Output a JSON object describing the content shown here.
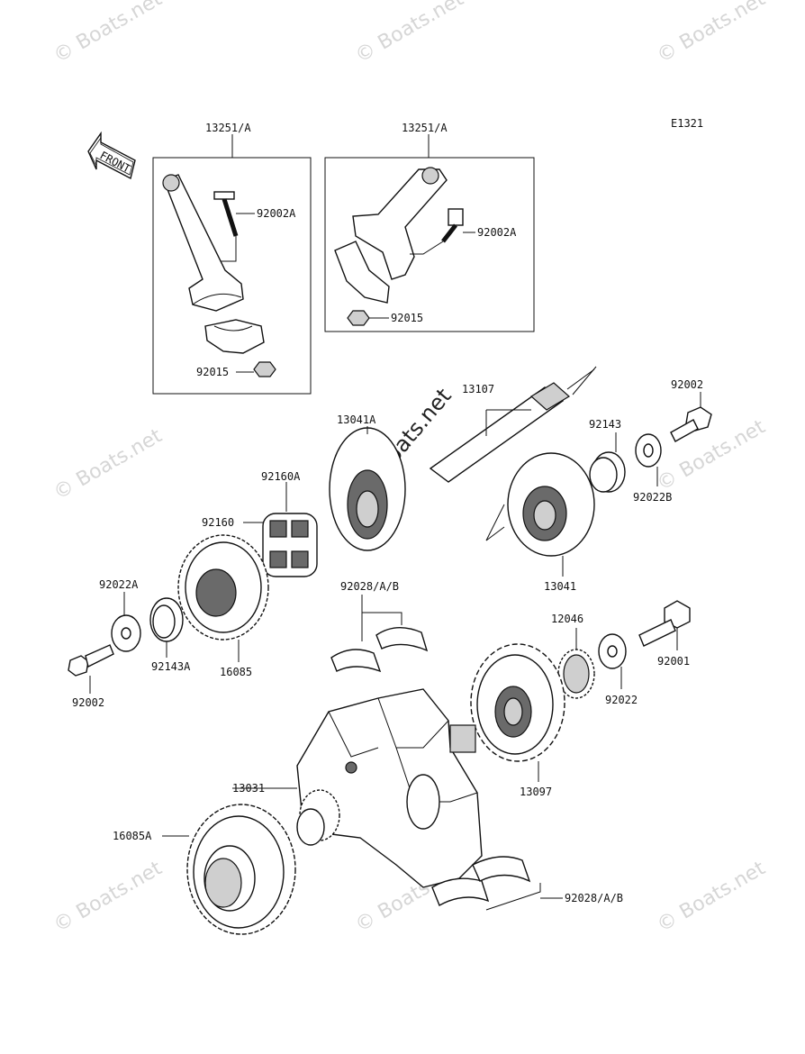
{
  "diagram": {
    "code": "E1321",
    "front_label": "FRONT",
    "watermark": "© Boats.net",
    "labels": {
      "rod_left": "13251/A",
      "rod_right": "13251/A",
      "bolt_left": "92002A",
      "bolt_right": "92002A",
      "nut_left": "92015",
      "nut_right": "92015",
      "shaft": "13107",
      "gear_13041a": "13041A",
      "collar_92143": "92143",
      "bolt_92002_top": "92002",
      "washer_92022b": "92022B",
      "damper_92160a": "92160A",
      "damper_92160": "92160",
      "sprocket_13041": "13041",
      "bearing_92028_top": "92028/A/B",
      "washer_92022a": "92022A",
      "collar_92143a": "92143A",
      "gear_16085": "16085",
      "bolt_92002_left": "92002",
      "gear_12046": "12046",
      "bolt_92001": "92001",
      "washer_92022": "92022",
      "crank_13031": "13031",
      "gear_13097": "13097",
      "gear_16085a": "16085A",
      "bearing_92028_bottom": "92028/A/B"
    }
  }
}
